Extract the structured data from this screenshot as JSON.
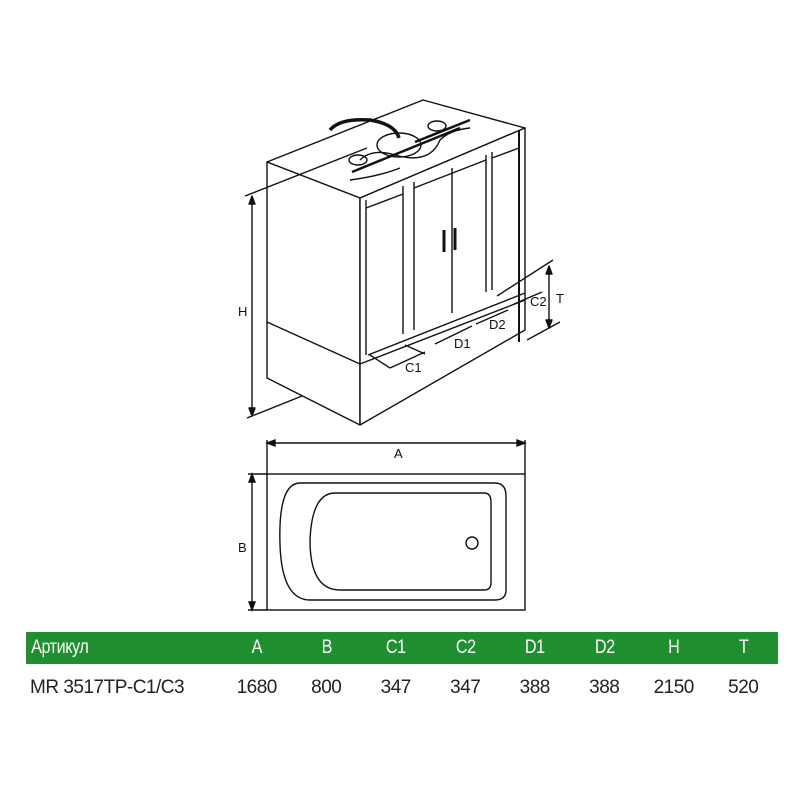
{
  "diagram": {
    "labels": {
      "H": "H",
      "T": "T",
      "C1": "C1",
      "C2": "C2",
      "D1": "D1",
      "D2": "D2",
      "A": "A",
      "B": "B"
    }
  },
  "table": {
    "header_color": "#1f8f2f",
    "columns": [
      "Артикул",
      "A",
      "B",
      "C1",
      "C2",
      "D1",
      "D2",
      "H",
      "T"
    ],
    "rows": [
      {
        "article": "MR 3517TP-C1/C3",
        "A": "1680",
        "B": "800",
        "C1": "347",
        "C2": "347",
        "D1": "388",
        "D2": "388",
        "H": "2150",
        "T": "520"
      }
    ]
  }
}
